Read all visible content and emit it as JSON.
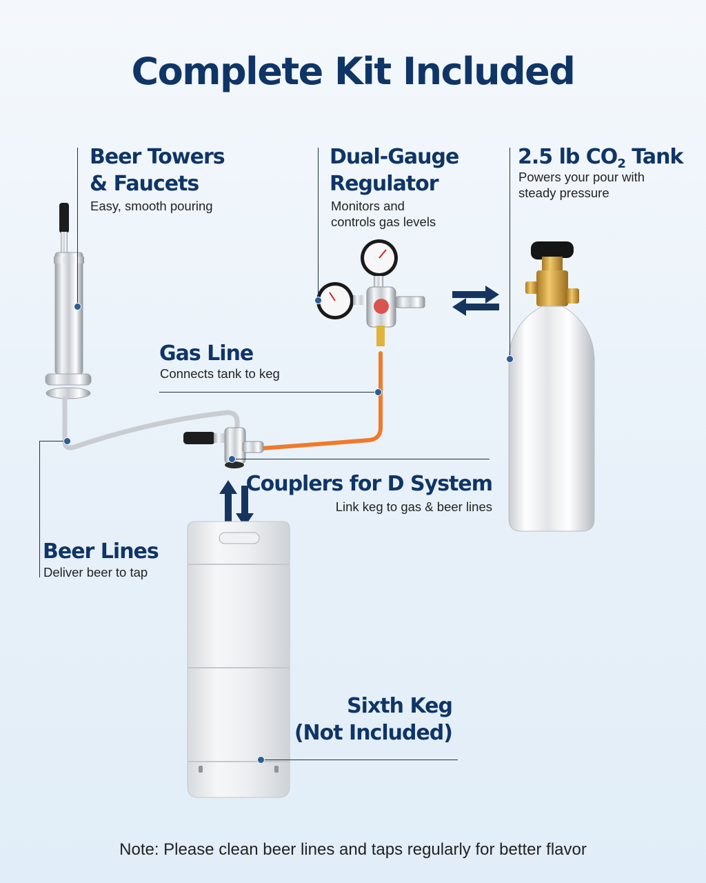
{
  "title": "Complete Kit Included",
  "components": {
    "tower": {
      "heading_line1": "Beer Towers",
      "heading_line2": "& Faucets",
      "desc": "Easy, smooth pouring"
    },
    "regulator": {
      "heading_line1": "Dual-Gauge",
      "heading_line2": "Regulator",
      "desc_line1": "Monitors and",
      "desc_line2": "controls gas levels"
    },
    "tank": {
      "heading_prefix": "2.5 lb CO",
      "heading_sub": "2",
      "heading_suffix": " Tank",
      "desc_line1": "Powers your pour with",
      "desc_line2": "steady pressure"
    },
    "gas_line": {
      "heading": "Gas Line",
      "desc": "Connects tank to keg"
    },
    "coupler": {
      "heading": "Couplers for D System",
      "desc": "Link keg to gas & beer lines"
    },
    "beer_lines": {
      "heading": "Beer Lines",
      "desc": "Deliver beer to tap"
    },
    "keg": {
      "heading_line1": "Sixth Keg",
      "heading_line2": "(Not Included)"
    }
  },
  "note": "Note: Please clean beer lines and taps regularly for better flavor",
  "colors": {
    "heading": "#0f3566",
    "accent_dot": "#2a5d92",
    "gas_line": "#f07a2a",
    "beer_line": "#c9ccd0",
    "tank_valve": "#d8a33a",
    "regulator_red": "#d9534f"
  },
  "icons": [
    "exchange-arrows-icon",
    "swap-vertical-arrows-icon"
  ]
}
